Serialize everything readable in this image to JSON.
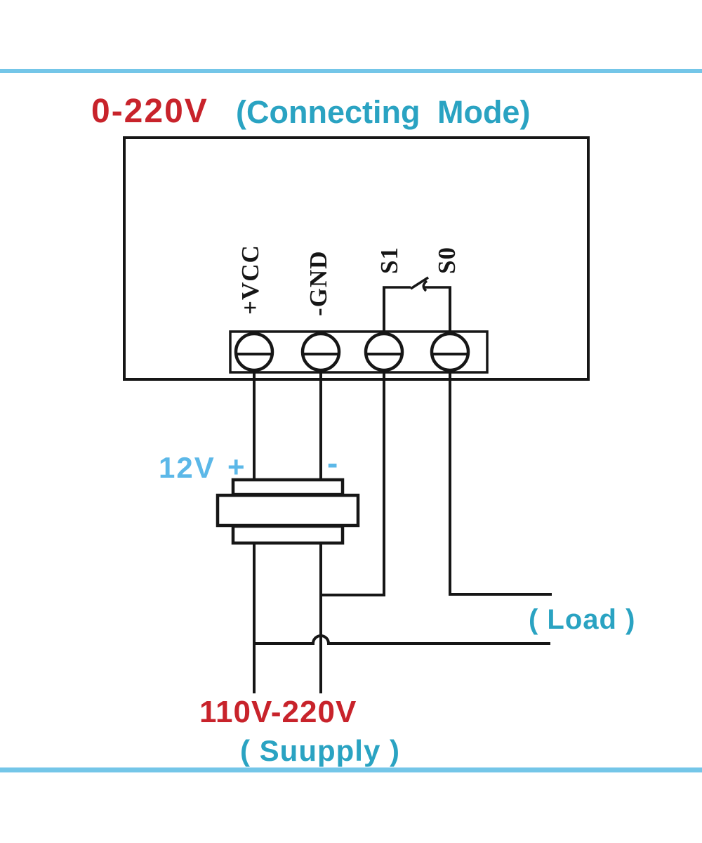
{
  "title": {
    "voltage_range": "0-220V",
    "mode": "(Connecting Mode)"
  },
  "terminals": [
    {
      "label": "+VCC"
    },
    {
      "label": "-GND"
    },
    {
      "label": "S1"
    },
    {
      "label": "S0"
    }
  ],
  "dc_side": {
    "voltage": "12V",
    "positive": "+",
    "negative": "-"
  },
  "load": {
    "label": "( Load )"
  },
  "supply": {
    "voltage": "110V-220V",
    "label": "( Suupply )"
  },
  "icons": {
    "screw_terminal": "circle-with-slot",
    "switch": "open-spst-contact",
    "power_adapter": "stacked-rectangles-transformer",
    "wire_hop": "semicircle-jump"
  },
  "colors": {
    "accent_red": "#c8232b",
    "teal": "#2aa3c2",
    "light_blue": "#5cb8e8",
    "frame_blue": "#74c6e8",
    "line_black": "#161616"
  }
}
